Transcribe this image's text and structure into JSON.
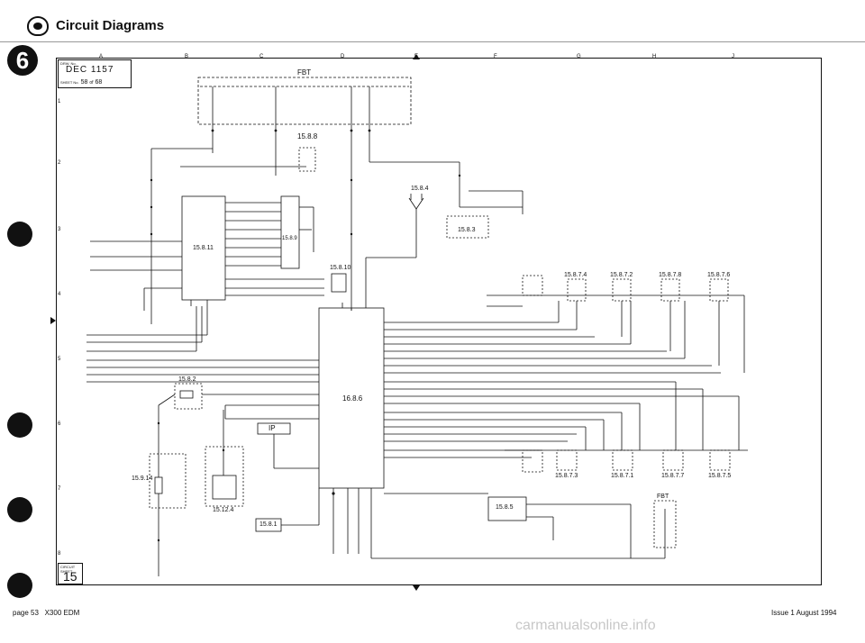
{
  "header": {
    "title": "Circuit Diagrams"
  },
  "tab_number": "6",
  "drawing": {
    "drw_label": "DRW. No.",
    "drw_no": "DEC 1157",
    "sheet_label": "SHEET No.",
    "sheet_no": "58",
    "sheet_of": "of",
    "sheet_total": "68"
  },
  "grid": {
    "columns": [
      "A",
      "B",
      "C",
      "D",
      "E",
      "F",
      "G",
      "H",
      "J"
    ],
    "rows": [
      "1",
      "2",
      "3",
      "4",
      "5",
      "6",
      "7",
      "8"
    ]
  },
  "components": {
    "fbt_top": "FBT",
    "fbt_right": "FBT",
    "c15811": "15.8.11",
    "c1589": "15.8.9",
    "c1588": "15.8.8",
    "c15810": "15.8.10",
    "c1584": "15.8.4",
    "c1583": "15.8.3",
    "c1586": "16.8.6",
    "c1582": "15.8.2",
    "c15914": "15.9.14",
    "c15124": "15.12.4",
    "ip": "IP",
    "c1581": "15.8.1",
    "c1585": "15.8.5",
    "c15874": "15.8.7.4",
    "c15872": "15.8.7.2",
    "c15878": "15.8.7.8",
    "c15876": "15.8.7.6",
    "c15873": "15.8.7.3",
    "c15871": "15.8.7.1",
    "c15877": "15.8.7.7",
    "c15875": "15.8.7.5"
  },
  "sheet_box": {
    "label": "CIRCUIT SHEET",
    "value": "15"
  },
  "footer": {
    "page": "page 53",
    "model": "X300 EDM",
    "issue": "Issue 1 August 1994"
  },
  "watermark": "carmanualsonline.info"
}
